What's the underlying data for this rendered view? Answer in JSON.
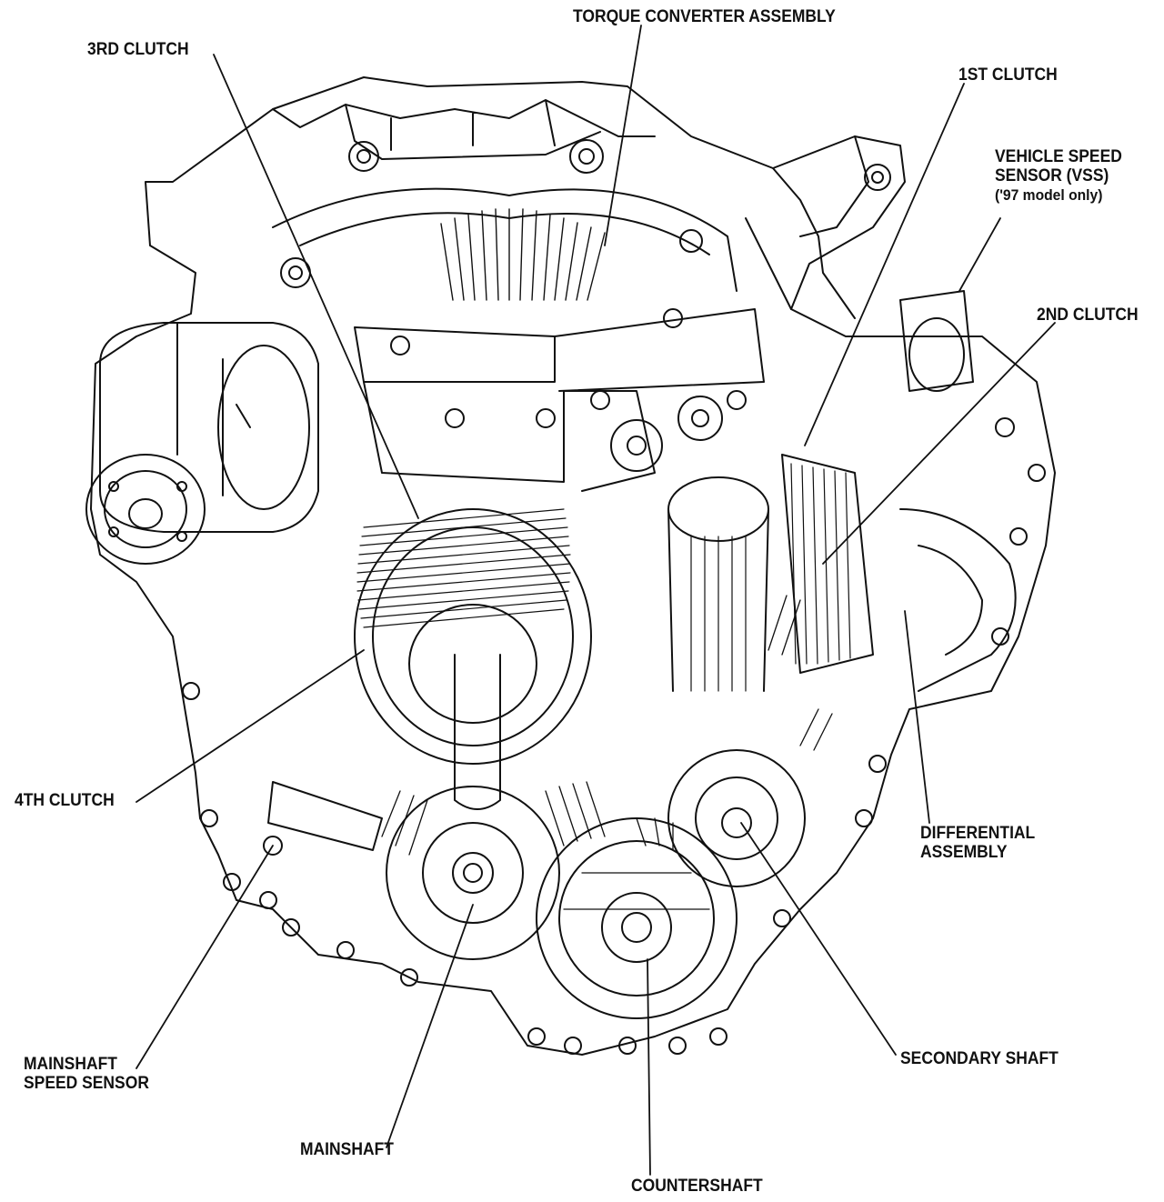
{
  "figure": {
    "subject": "automatic-transaxle-cutaway",
    "colors": {
      "ink": "#111111",
      "paper": "#ffffff"
    }
  },
  "labels": {
    "torque_converter": "TORQUE CONVERTER ASSEMBLY",
    "third_clutch": "3RD CLUTCH",
    "first_clutch": "1ST CLUTCH",
    "vss_line1": "VEHICLE SPEED",
    "vss_line2": "SENSOR (VSS)",
    "vss_line3": "('97 model only)",
    "second_clutch": "2ND CLUTCH",
    "fourth_clutch": "4TH CLUTCH",
    "differential_line1": "DIFFERENTIAL",
    "differential_line2": "ASSEMBLY",
    "mainshaft_sensor_line1": "MAINSHAFT",
    "mainshaft_sensor_line2": "SPEED SENSOR",
    "secondary_shaft": "SECONDARY SHAFT",
    "mainshaft": "MAINSHAFT",
    "countershaft": "COUNTERSHAFT"
  }
}
